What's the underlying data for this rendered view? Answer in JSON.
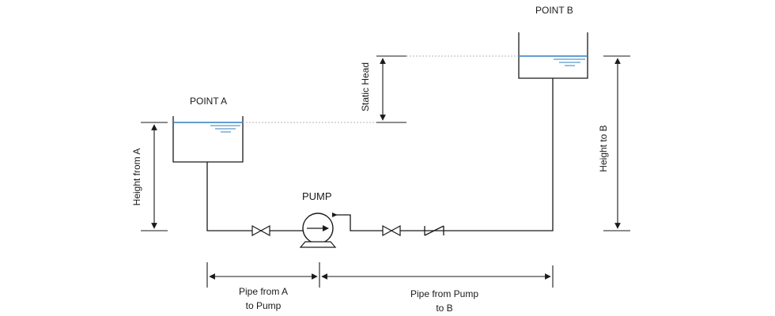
{
  "labels": {
    "point_a": "POINT A",
    "point_b": "POINT B",
    "pump": "PUMP",
    "static_head": "Static Head",
    "height_from_a": "Height from A",
    "height_to_b": "Height to B",
    "pipe_a_line1": "Pipe from A",
    "pipe_a_line2": "to Pump",
    "pipe_b_line1": "Pipe from Pump",
    "pipe_b_line2": "to B"
  },
  "colors": {
    "line": "#1a1a1a",
    "water": "#2f7fc1",
    "guide": "#b5b5b5"
  }
}
